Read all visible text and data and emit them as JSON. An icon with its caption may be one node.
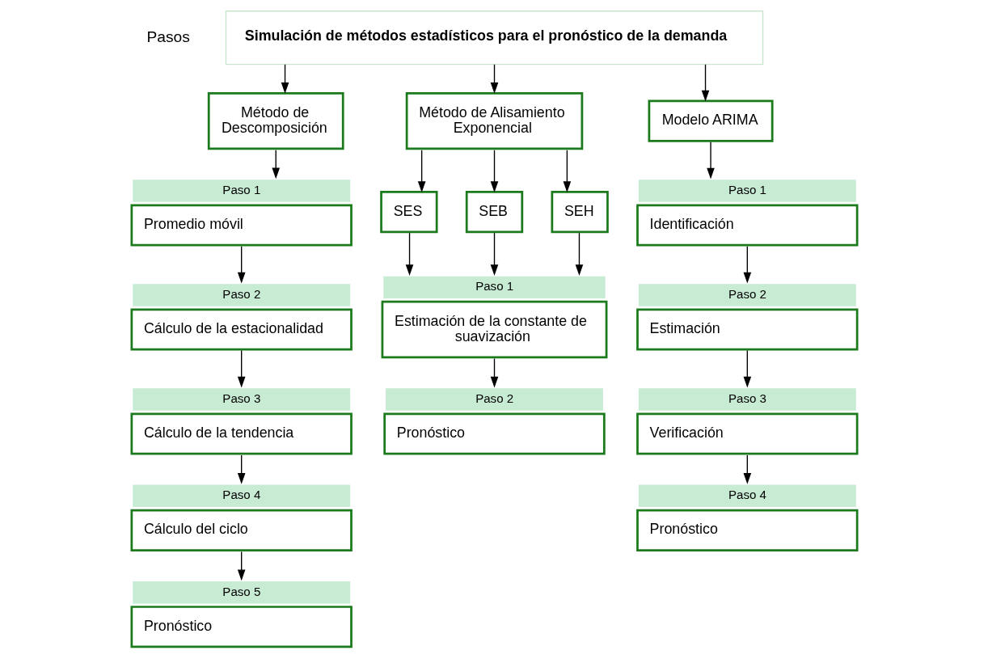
{
  "diagram": {
    "nodes": [
      {
        "text": [
          "Simulación de métodos estadísticos para el pronóstico de la demanda"
        ]
      },
      {
        "text": [
          "Método de Descomposición"
        ]
      },
      {
        "text": [
          "Método de Alisamiento Exponencial"
        ]
      },
      {
        "text": [
          "Modelo ARIMA"
        ]
      },
      {
        "text": [
          "Paso 1",
          "Promedio móvil"
        ]
      },
      {
        "text": [
          "Paso 2",
          "Cálculo de la estacionalidad"
        ]
      },
      {
        "text": [
          "Paso 3",
          "Cálculo de la tendencia"
        ]
      },
      {
        "text": [
          "Paso 4",
          "Cálculo del ciclo"
        ]
      },
      {
        "text": [
          "Paso 5",
          "Pronóstico"
        ]
      },
      {
        "text": [
          "SES"
        ]
      },
      {
        "text": [
          "SEB"
        ]
      },
      {
        "text": [
          "SEH"
        ]
      },
      {
        "text": [
          "Paso 1",
          "Estimación de la constante de suavización"
        ]
      },
      {
        "text": [
          "Paso 2",
          "Pronóstico"
        ]
      },
      {
        "text": [
          "Paso 1",
          "Identificación"
        ]
      },
      {
        "text": [
          "Paso 2",
          "Estimación"
        ]
      },
      {
        "text": [
          "Paso 3",
          "Verificación"
        ]
      },
      {
        "text": [
          "Paso 4",
          "Pronóstico"
        ]
      }
    ],
    "edges": [
      {
        "from": 0,
        "to": 1,
        "arrow": "to"
      },
      {
        "from": 0,
        "to": 2,
        "arrow": "to"
      },
      {
        "from": 0,
        "to": 3,
        "arrow": "to"
      },
      {
        "from": 1,
        "to": 4,
        "arrow": "to"
      },
      {
        "from": 4,
        "to": 5,
        "arrow": "to"
      },
      {
        "from": 5,
        "to": 6,
        "arrow": "to"
      },
      {
        "from": 6,
        "to": 7,
        "arrow": "to"
      },
      {
        "from": 7,
        "to": 8,
        "arrow": "to"
      },
      {
        "from": 2,
        "to": 9,
        "arrow": "to"
      },
      {
        "from": 2,
        "to": 10,
        "arrow": "to"
      },
      {
        "from": 2,
        "to": 11,
        "arrow": "to"
      },
      {
        "from": 9,
        "to": 12,
        "arrow": "to"
      },
      {
        "from": 10,
        "to": 12,
        "arrow": "to"
      },
      {
        "from": 11,
        "to": 12,
        "arrow": "to"
      },
      {
        "from": 12,
        "to": 13,
        "arrow": "to"
      },
      {
        "from": 3,
        "to": 14,
        "arrow": "to"
      },
      {
        "from": 14,
        "to": 15,
        "arrow": "to"
      },
      {
        "from": 15,
        "to": 16,
        "arrow": "to"
      },
      {
        "from": 16,
        "to": 17,
        "arrow": "to"
      }
    ],
    "labels": [
      "Pasos"
    ]
  }
}
